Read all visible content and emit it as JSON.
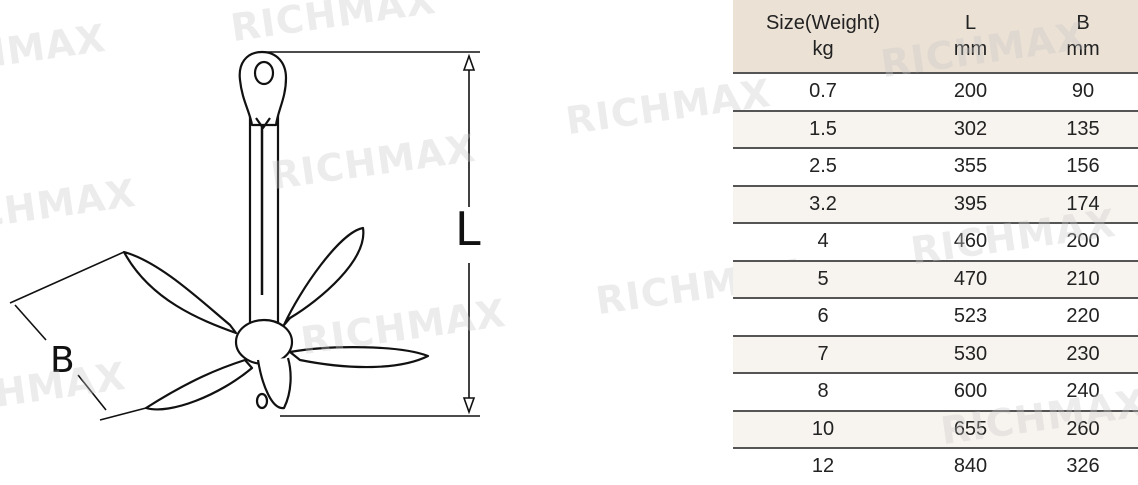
{
  "watermark": "RICHMAX",
  "drawing": {
    "label_L": "L",
    "label_B": "B"
  },
  "table": {
    "headers": [
      [
        "Size(Weight)",
        "kg"
      ],
      [
        "L",
        "mm"
      ],
      [
        "B",
        "mm"
      ]
    ],
    "rows": [
      [
        "0.7",
        "200",
        "90"
      ],
      [
        "1.5",
        "302",
        "135"
      ],
      [
        "2.5",
        "355",
        "156"
      ],
      [
        "3.2",
        "395",
        "174"
      ],
      [
        "4",
        "460",
        "200"
      ],
      [
        "5",
        "470",
        "210"
      ],
      [
        "6",
        "523",
        "220"
      ],
      [
        "7",
        "530",
        "230"
      ],
      [
        "8",
        "600",
        "240"
      ],
      [
        "10",
        "655",
        "260"
      ],
      [
        "12",
        "840",
        "326"
      ]
    ]
  }
}
